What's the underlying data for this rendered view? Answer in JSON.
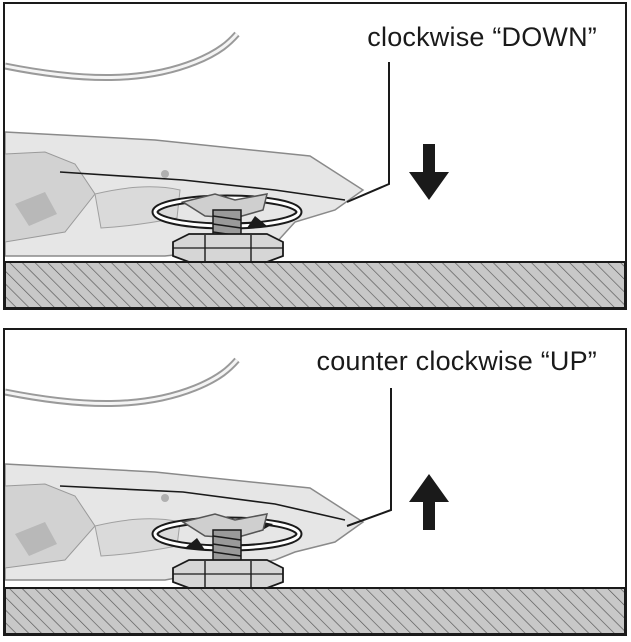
{
  "panels": [
    {
      "caption": "clockwise “DOWN”",
      "arrow_direction": "down",
      "arrow_icon": "arrow-down-icon",
      "rotation_icon": "clockwise-rotation-icon"
    },
    {
      "caption": "counter clockwise “UP”",
      "arrow_direction": "up",
      "arrow_icon": "arrow-up-icon",
      "rotation_icon": "counter-clockwise-rotation-icon"
    }
  ],
  "colors": {
    "line": "#1a1a1a",
    "floor_fill": "#c8c8c8",
    "appliance_fill": "#e6e6e6",
    "shade": "#9a9a9a",
    "paper": "#ffffff"
  }
}
